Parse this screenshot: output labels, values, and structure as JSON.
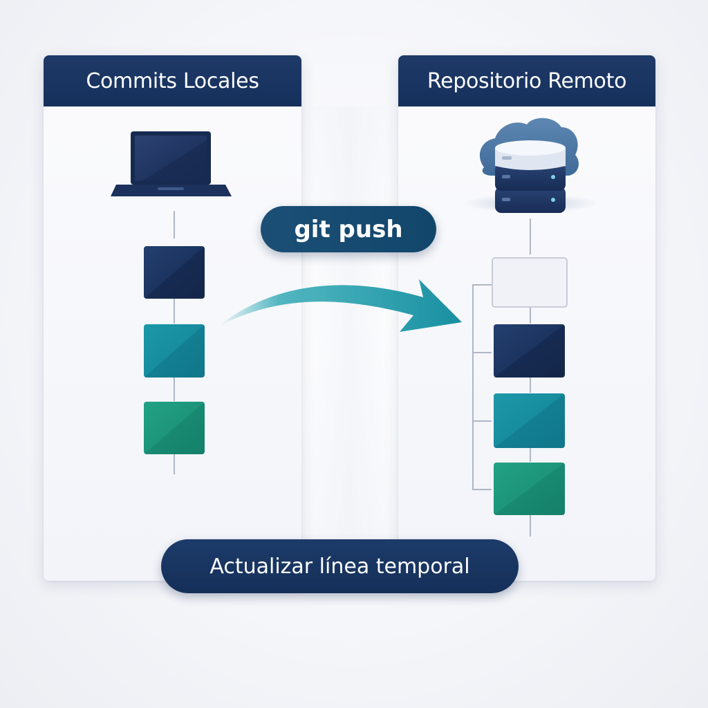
{
  "panels": {
    "local": {
      "title": "Commits Locales"
    },
    "remote": {
      "title": "Repositorio Remoto"
    }
  },
  "action": {
    "label": "git push"
  },
  "footer": {
    "label": "Actualizar línea temporal"
  },
  "colors": {
    "navy": "#1a2f57",
    "teal": "#1a8ea3",
    "green": "#1f9a7c",
    "header": "#1b3563",
    "arrow": "#1a9aa8",
    "placeholder": "#eef0f5"
  },
  "icons": {
    "local": "laptop-icon",
    "remote": "cloud-server-icon"
  }
}
